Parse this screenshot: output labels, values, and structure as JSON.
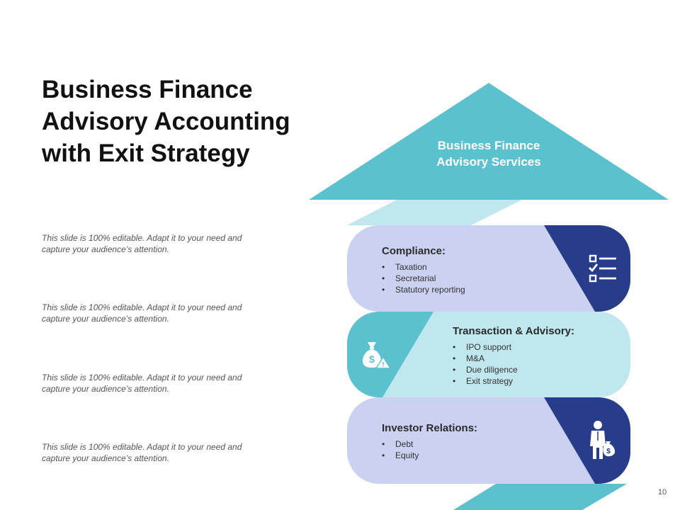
{
  "slide": {
    "title_lines": [
      "Business Finance",
      "Advisory Accounting",
      "with Exit Strategy"
    ],
    "notes": [
      {
        "lines": [
          "This slide is 100% editable. Adapt it to your need and",
          "capture your audience’s attention."
        ]
      },
      {
        "lines": [
          "This slide is 100% editable. Adapt it to your need and",
          "capture your audience’s attention."
        ]
      },
      {
        "lines": [
          "This slide is 100% editable. Adapt it to your need and",
          "capture your audience’s attention."
        ]
      },
      {
        "lines": [
          "This slide is 100% editable. Adapt it to your need and",
          "capture your audience’s attention."
        ]
      }
    ],
    "page_number": "10"
  },
  "arrow": {
    "title_lines": [
      "Business Finance",
      "Advisory Services"
    ]
  },
  "blocks": [
    {
      "heading": "Compliance:",
      "bullet": "•",
      "items": [
        "Taxation",
        "Secretarial",
        "Statutory reporting"
      ],
      "icon": "checklist-icon"
    },
    {
      "heading": "Transaction & Advisory:",
      "bullet": "•",
      "items": [
        "IPO support",
        "M&A",
        "Due diligence",
        "Exit strategy"
      ],
      "icon": "money-bag-alert-icon"
    },
    {
      "heading": "Investor Relations:",
      "bullet": "•",
      "items": [
        "Debt",
        "Equity"
      ],
      "icon": "businessman-money-bag-icon"
    }
  ],
  "icon_text": {
    "dollar": "$",
    "alert": "!"
  },
  "colors": {
    "teal": "#5bc1ce",
    "light_teal": "#bfe7ed",
    "lavender": "#cbd1f0",
    "navy": "#273d8a"
  }
}
